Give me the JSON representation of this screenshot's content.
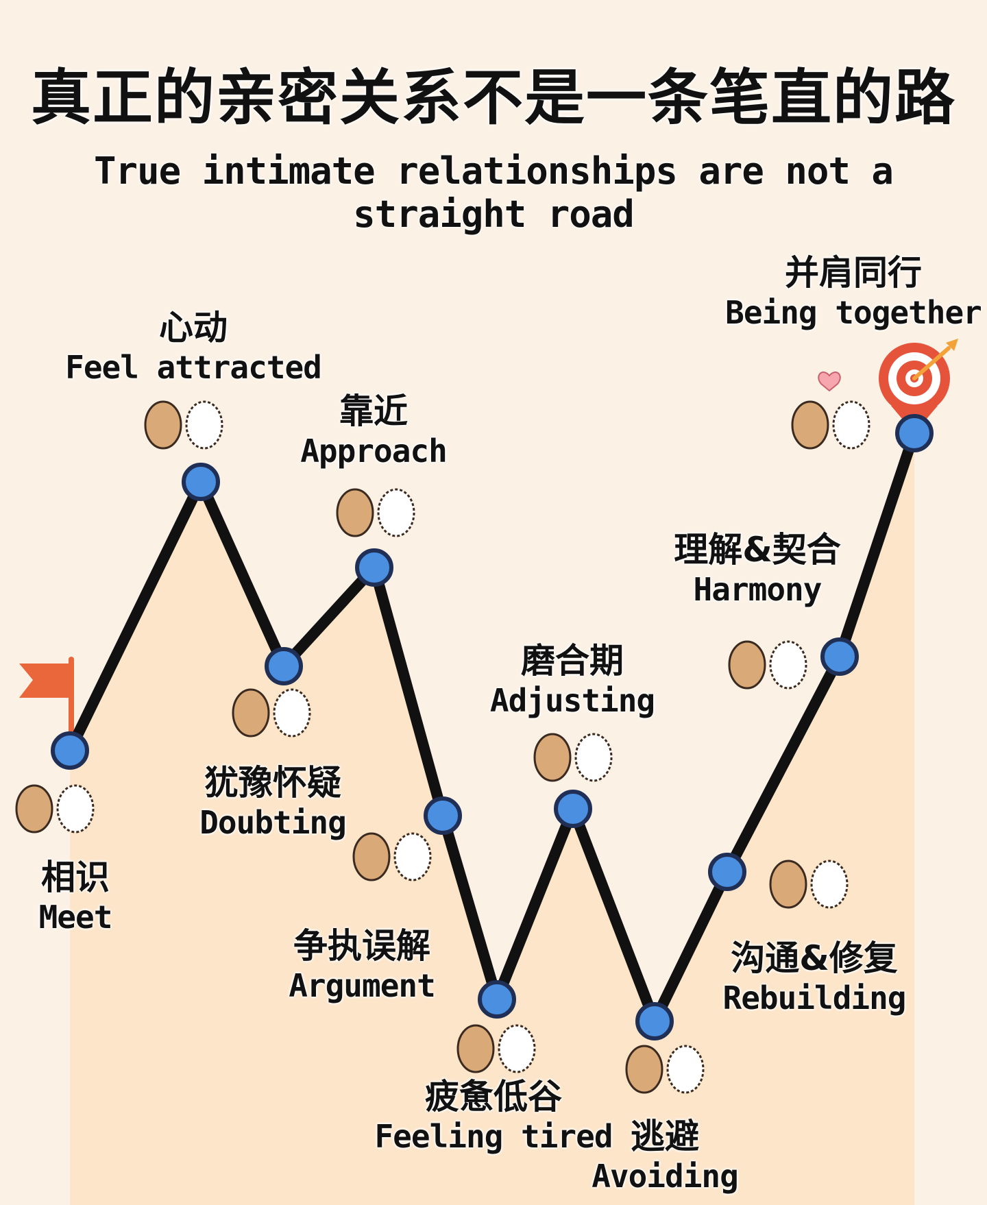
{
  "title": "真正的亲密关系不是一条笔直的路",
  "subtitle": "True intimate relationships are not a straight road",
  "colors": {
    "background": "#fbf1e4",
    "area_fill": "#fce5c9",
    "line": "#111111",
    "node_fill": "#4a8fe0",
    "flag": "#e9673b",
    "target_red": "#e5533a",
    "dog": "#d9a978",
    "bunny": "#ffffff"
  },
  "stages": [
    {
      "zh": "相识",
      "en": "Meet"
    },
    {
      "zh": "心动",
      "en": "Feel attracted"
    },
    {
      "zh": "犹豫怀疑",
      "en": "Doubting"
    },
    {
      "zh": "靠近",
      "en": "Approach"
    },
    {
      "zh": "争执误解",
      "en": "Argument"
    },
    {
      "zh": "疲惫低谷",
      "en": "Feeling tired"
    },
    {
      "zh": "磨合期",
      "en": "Adjusting"
    },
    {
      "zh": "逃避",
      "en": "Avoiding"
    },
    {
      "zh": "沟通&修复",
      "en": "Rebuilding"
    },
    {
      "zh": "理解&契合",
      "en": "Harmony"
    },
    {
      "zh": "并肩同行",
      "en": "Being together"
    }
  ],
  "icons": {
    "start": "flag-icon",
    "end": "target-icon",
    "heart": "heart-icon"
  }
}
